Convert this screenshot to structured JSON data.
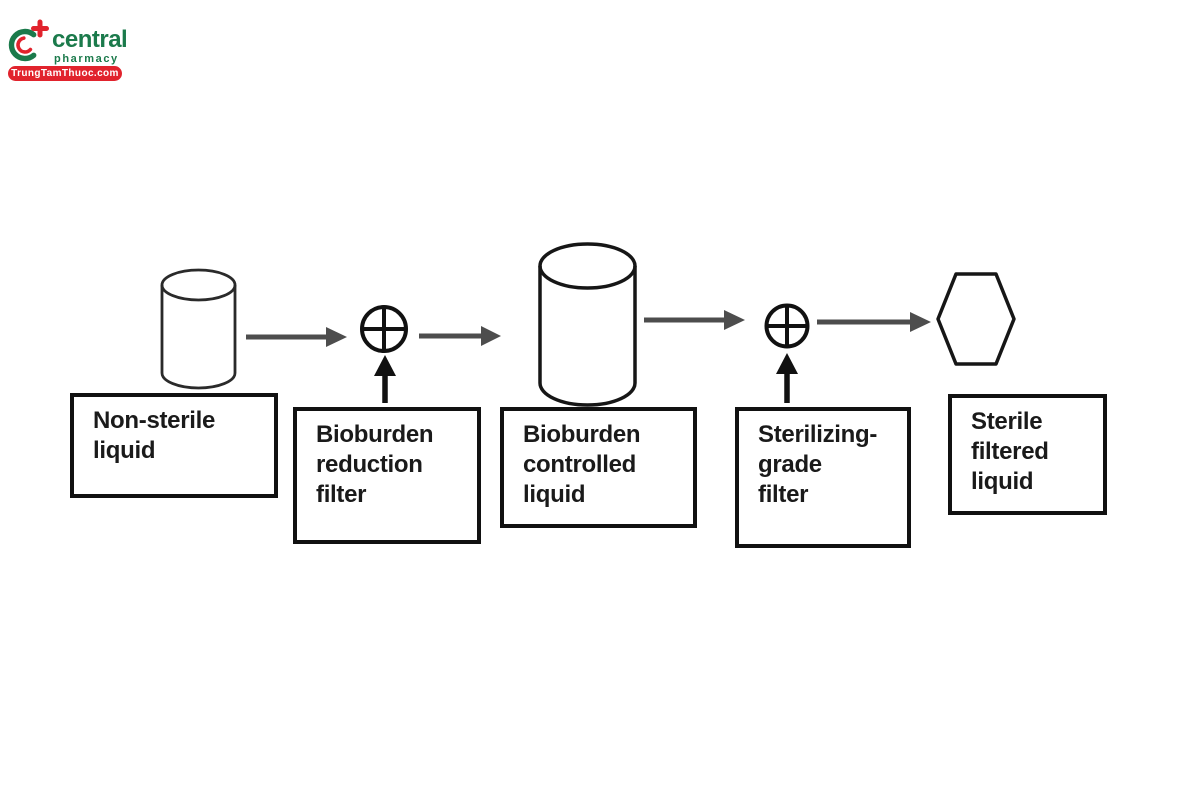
{
  "logo": {
    "brand": "central",
    "tagline": "pharmacy",
    "ribbon_text": "TrungTamThuoc.com",
    "colors": {
      "green": "#1b7a4b",
      "red": "#e1232d"
    }
  },
  "diagram": {
    "title_hint": "Sterile filtration process flow",
    "nodes": [
      {
        "id": "non-sterile-liquid",
        "shape": "small-cylinder",
        "label": "Non-sterile\nliquid"
      },
      {
        "id": "bioburden-reduction-filter",
        "shape": "filter-symbol",
        "label": "Bioburden\nreduction\nfilter"
      },
      {
        "id": "bioburden-controlled-liquid",
        "shape": "large-cylinder",
        "label": "Bioburden\ncontrolled\nliquid"
      },
      {
        "id": "sterilizing-grade-filter",
        "shape": "filter-symbol",
        "label": "Sterilizing-\ngrade\nfilter"
      },
      {
        "id": "sterile-filtered-liquid",
        "shape": "hexagon",
        "label": "Sterile\nfiltered\nliquid"
      }
    ],
    "edges": [
      {
        "from": "non-sterile-liquid",
        "to": "bioburden-reduction-filter"
      },
      {
        "from": "bioburden-reduction-filter",
        "to": "bioburden-controlled-liquid"
      },
      {
        "from": "bioburden-controlled-liquid",
        "to": "sterilizing-grade-filter"
      },
      {
        "from": "sterilizing-grade-filter",
        "to": "sterile-filtered-liquid"
      }
    ],
    "colors": {
      "arrow_gray": "#4d4d4d",
      "line_black": "#161616"
    }
  }
}
